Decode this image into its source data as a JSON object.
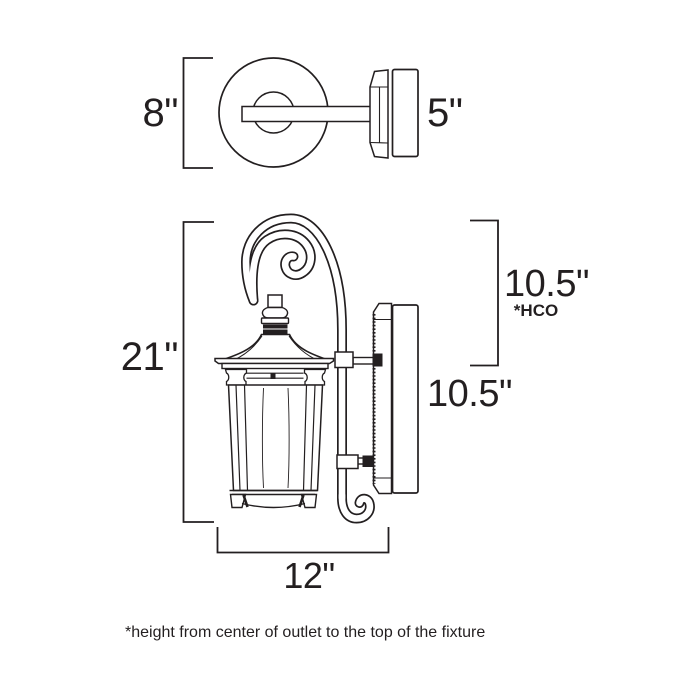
{
  "colors": {
    "background": "#ffffff",
    "line": "#231f20",
    "text": "#231f20"
  },
  "views": {
    "top": {
      "height_label": "8\"",
      "depth_label": "5\""
    },
    "side": {
      "overall_height_label": "21\"",
      "hco_label": "10.5\"",
      "hco_note": "*HCO",
      "backplate_height_label": "10.5\"",
      "width_label": "12\""
    }
  },
  "footnote": "*height from center of outlet to the top of the fixture"
}
